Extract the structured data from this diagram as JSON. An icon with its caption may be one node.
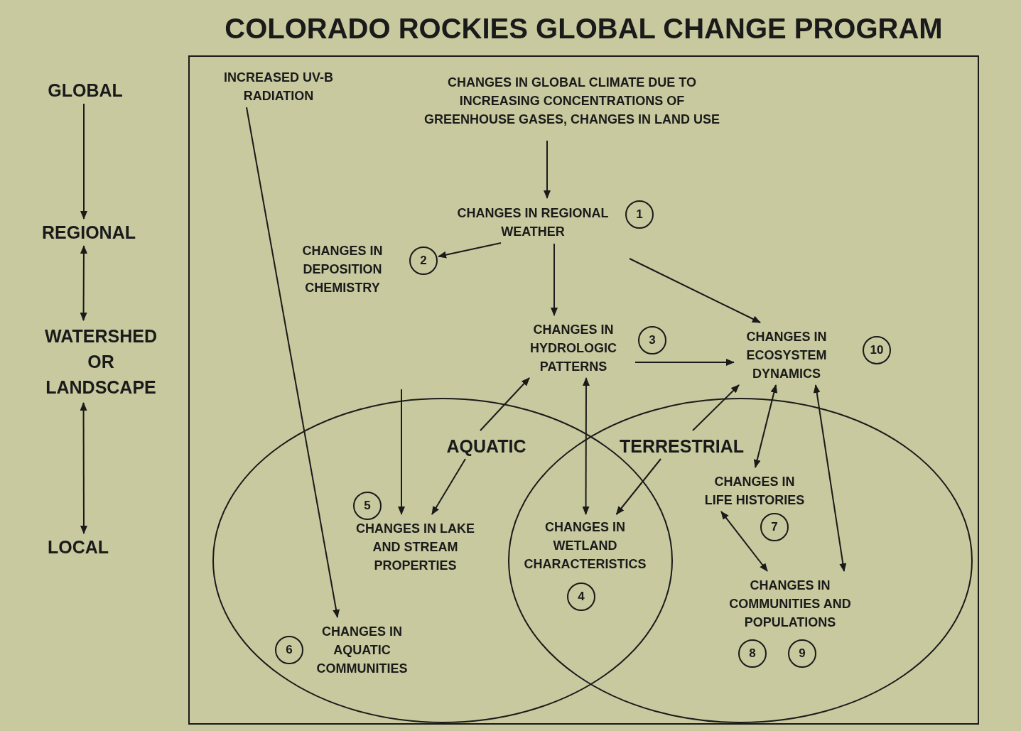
{
  "diagram": {
    "title": "COLORADO ROCKIES GLOBAL CHANGE PROGRAM",
    "nodes": [
      {
        "text": [
          "GLOBAL"
        ]
      },
      {
        "text": [
          "REGIONAL"
        ]
      },
      {
        "text": [
          "WATERSHED OR LANDSCAPE"
        ]
      },
      {
        "text": [
          "LOCAL"
        ]
      },
      {
        "text": [],
        "shape": "box"
      },
      {
        "text": [
          "INCREASED UV-B RADIATION"
        ],
        "in": 4
      },
      {
        "text": [
          "CHANGES IN GLOBAL CLIMATE DUE TO INCREASING CONCENTRATIONS OF GREENHOUSE GASES, CHANGES IN LAND USE"
        ],
        "in": 4
      },
      {
        "text": [
          "CHANGES IN REGIONAL WEATHER"
        ],
        "in": 4,
        "beside": [
          "1"
        ]
      },
      {
        "text": [
          "CHANGES IN DEPOSITION CHEMISTRY"
        ],
        "in": 4,
        "beside": [
          "2"
        ]
      },
      {
        "text": [
          "CHANGES IN HYDROLOGIC PATTERNS"
        ],
        "in": 4,
        "beside": [
          "3"
        ]
      },
      {
        "text": [
          "CHANGES IN ECOSYSTEM DYNAMICS"
        ],
        "in": 4,
        "beside": [
          "10"
        ]
      },
      {
        "text": [],
        "shape": "circle",
        "in": 4
      },
      {
        "text": [
          "AQUATIC"
        ],
        "in": 11
      },
      {
        "text": [
          "CHANGES IN LAKE AND STREAM PROPERTIES"
        ],
        "in": 11,
        "beside": [
          "5"
        ]
      },
      {
        "text": [
          "CHANGES IN AQUATIC COMMUNITIES"
        ],
        "in": 11,
        "beside": [
          "6"
        ]
      },
      {
        "text": [],
        "shape": "circle",
        "in": 4
      },
      {
        "text": [
          "TERRESTRIAL"
        ],
        "in": 15
      },
      {
        "text": [
          "CHANGES IN WETLAND CHARACTERISTICS"
        ],
        "beside": [
          "4"
        ]
      },
      {
        "text": [
          "CHANGES IN LIFE HISTORIES"
        ],
        "in": 15,
        "beside": [
          "7"
        ]
      },
      {
        "text": [
          "CHANGES IN COMMUNITIES AND POPULATIONS"
        ],
        "in": 15,
        "beside": [
          "8",
          "9"
        ]
      }
    ],
    "edges": [
      {
        "from": 0,
        "to": 1,
        "arrow": "to"
      },
      {
        "from": 1,
        "to": 2,
        "arrow": "both"
      },
      {
        "from": 2,
        "to": 3,
        "arrow": "both"
      },
      {
        "from": 6,
        "to": 7,
        "arrow": "to"
      },
      {
        "from": 7,
        "to": 8,
        "arrow": "to"
      },
      {
        "from": 7,
        "to": 9,
        "arrow": "to"
      },
      {
        "from": 7,
        "to": 10,
        "arrow": "to"
      },
      {
        "from": 5,
        "to": 14,
        "arrow": "to"
      },
      {
        "from": 9,
        "to": 10,
        "arrow": "to"
      },
      {
        "from": 9,
        "to": 17,
        "arrow": "both"
      },
      {
        "from": 12,
        "to": 9,
        "arrow": "to"
      },
      {
        "from": 12,
        "to": 13,
        "arrow": "to"
      },
      {
        "from": 16,
        "to": 10,
        "arrow": "to"
      },
      {
        "from": 16,
        "to": 17,
        "arrow": "to"
      },
      {
        "from": 10,
        "to": 18,
        "arrow": "both"
      },
      {
        "from": 10,
        "to": 19,
        "arrow": "both"
      },
      {
        "from": 18,
        "to": 19,
        "arrow": "both"
      },
      {
        "from": null,
        "to": 13,
        "arrow": "to"
      }
    ]
  }
}
